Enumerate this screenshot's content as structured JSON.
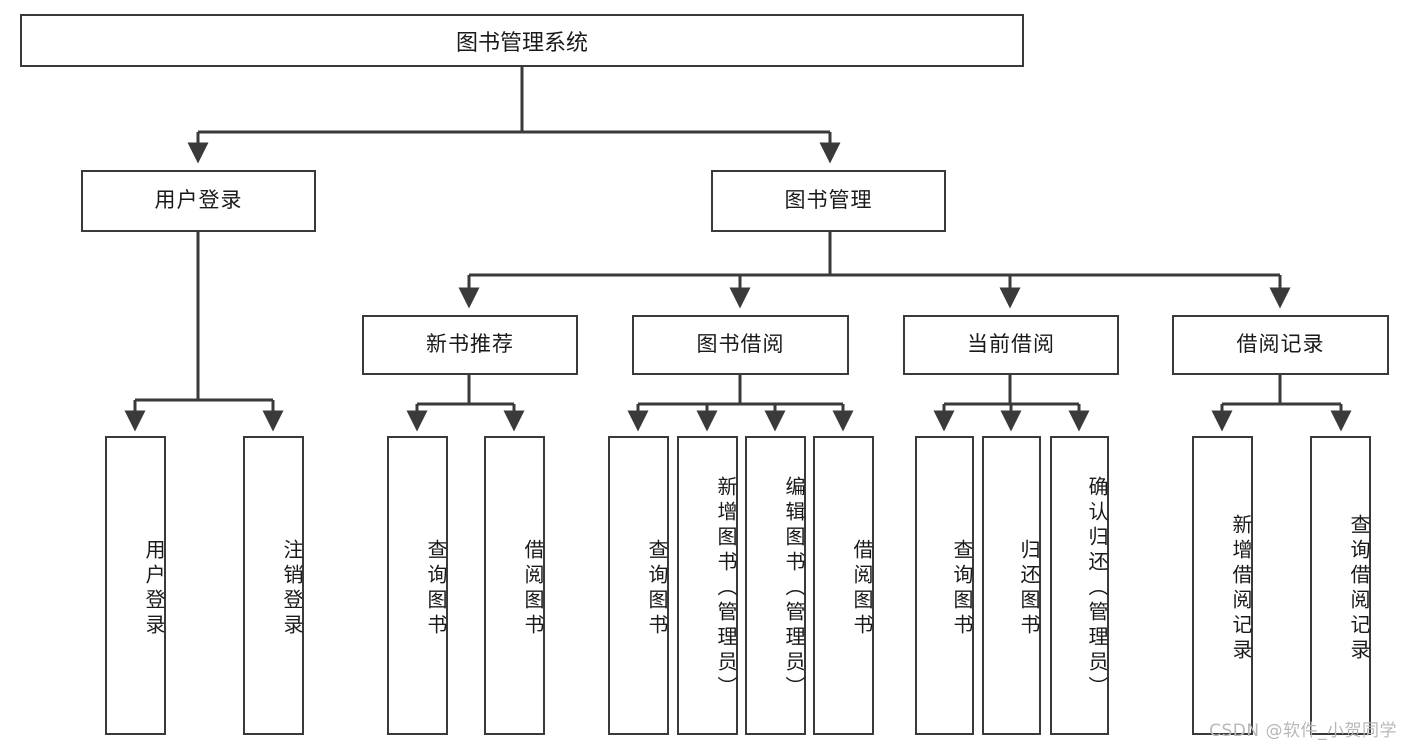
{
  "diagram": {
    "title": "图书管理系统",
    "type": "tree-hierarchy-chart",
    "root": {
      "label": "图书管理系统"
    },
    "level2": [
      {
        "label": "用户登录"
      },
      {
        "label": "图书管理"
      }
    ],
    "level3": [
      {
        "label": "新书推荐"
      },
      {
        "label": "图书借阅"
      },
      {
        "label": "当前借阅"
      },
      {
        "label": "借阅记录"
      }
    ],
    "leaves": {
      "user_login": [
        {
          "label": "用户登录"
        },
        {
          "label": "注销登录"
        }
      ],
      "new_book_recommend": [
        {
          "label": "查询图书"
        },
        {
          "label": "借阅图书"
        }
      ],
      "book_borrow": [
        {
          "label": "查询图书"
        },
        {
          "label": "新增图书（管理员）"
        },
        {
          "label": "编辑图书（管理员）"
        },
        {
          "label": "借阅图书"
        }
      ],
      "current_borrow": [
        {
          "label": "查询图书"
        },
        {
          "label": "归还图书"
        },
        {
          "label": "确认归还（管理员）"
        }
      ],
      "borrow_record": [
        {
          "label": "新增借阅记录"
        },
        {
          "label": "查询借阅记录"
        }
      ]
    },
    "watermark": "CSDN @软件_小贺同学",
    "colors": {
      "stroke": "#3a3a3a",
      "fill": "#ffffff",
      "text": "#1a1a1a",
      "watermark": "#b8b8b8"
    }
  }
}
